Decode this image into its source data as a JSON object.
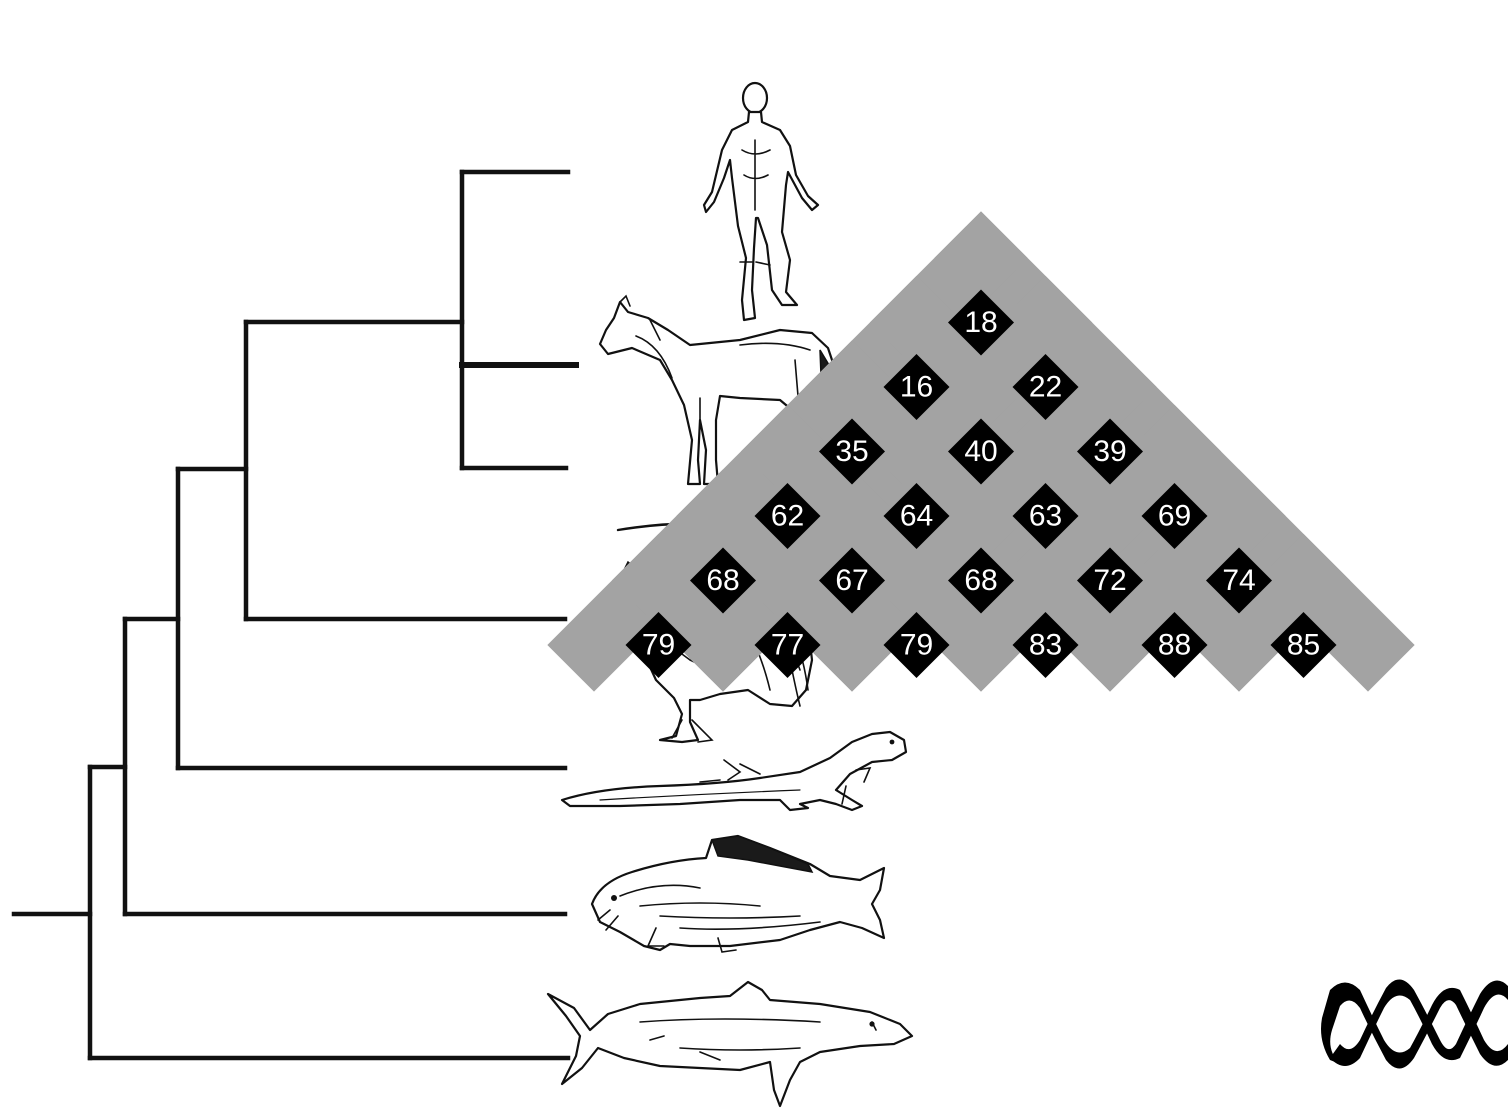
{
  "diagram": {
    "type": "phylogenetic tree with pairwise divergence matrix",
    "taxa": [
      {
        "name": "human",
        "icon": "human-icon"
      },
      {
        "name": "horse",
        "icon": "horse-icon"
      },
      {
        "name": "mouse",
        "icon": "mouse-icon"
      },
      {
        "name": "chicken",
        "icon": "rooster-icon"
      },
      {
        "name": "newt",
        "icon": "newt-icon"
      },
      {
        "name": "carp",
        "icon": "carp-icon"
      },
      {
        "name": "shark",
        "icon": "shark-icon"
      }
    ],
    "matrix": {
      "rows": [
        [
          "18"
        ],
        [
          "16",
          "22"
        ],
        [
          "35",
          "40",
          "39"
        ],
        [
          "62",
          "64",
          "63",
          "69"
        ],
        [
          "68",
          "67",
          "68",
          "72",
          "74"
        ],
        [
          "79",
          "77",
          "79",
          "83",
          "88",
          "85"
        ]
      ]
    },
    "colors": {
      "tree": "#111111",
      "band": "#a3a3a3",
      "cell": "#000000",
      "cell_text": "#ffffff"
    },
    "decorations": [
      "dna-helix-icon"
    ]
  }
}
